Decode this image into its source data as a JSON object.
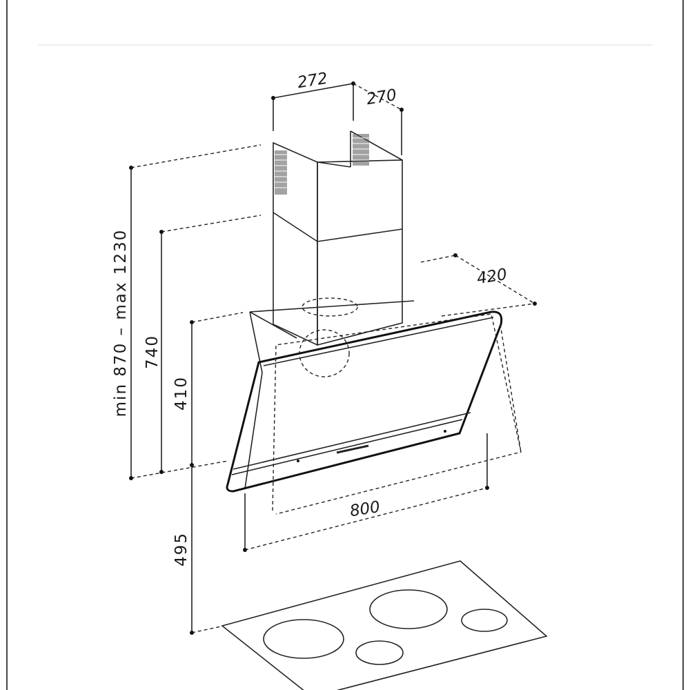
{
  "dimensions": {
    "chimney_width": "272",
    "chimney_depth": "270",
    "hood_depth": "420",
    "hood_width": "800",
    "total_height": "min 870 – max 1230",
    "hood_height": "740",
    "glass_height": "410",
    "hob_clearance": "495"
  },
  "colors": {
    "line": "#222222",
    "frame": "#444444",
    "background": "#ffffff"
  }
}
